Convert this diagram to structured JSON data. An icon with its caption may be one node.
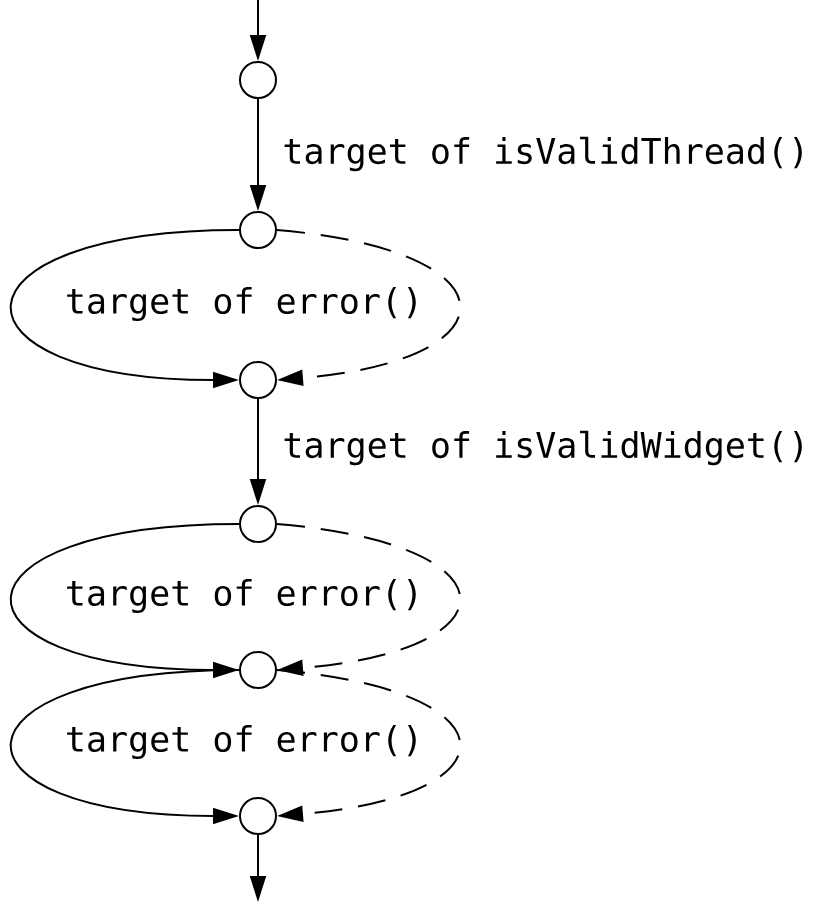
{
  "diagram": {
    "nodes": [
      {
        "text": [],
        "shape": "circle"
      },
      {
        "text": [],
        "shape": "circle"
      },
      {
        "text": [],
        "shape": "circle"
      },
      {
        "text": [],
        "shape": "circle"
      },
      {
        "text": [],
        "shape": "circle"
      },
      {
        "text": [],
        "shape": "circle"
      }
    ],
    "edges": [
      {
        "from": null,
        "to": 0,
        "arrow": "to"
      },
      {
        "from": 0,
        "to": 1,
        "arrow": "to",
        "label": "target of isValidThread()"
      },
      {
        "from": 1,
        "to": 2,
        "arrow": "to",
        "label": "target of error()"
      },
      {
        "from": 1,
        "to": 2,
        "arrow": "to",
        "style": "dashed"
      },
      {
        "from": 2,
        "to": 3,
        "arrow": "to",
        "label": "target of isValidWidget()"
      },
      {
        "from": 3,
        "to": 4,
        "arrow": "to",
        "label": "target of error()"
      },
      {
        "from": 3,
        "to": 4,
        "arrow": "to",
        "style": "dashed"
      },
      {
        "from": 4,
        "to": 5,
        "arrow": "to",
        "label": "target of error()"
      },
      {
        "from": 4,
        "to": 5,
        "arrow": "to",
        "style": "dashed"
      },
      {
        "from": 5,
        "to": null,
        "arrow": "to"
      }
    ]
  }
}
